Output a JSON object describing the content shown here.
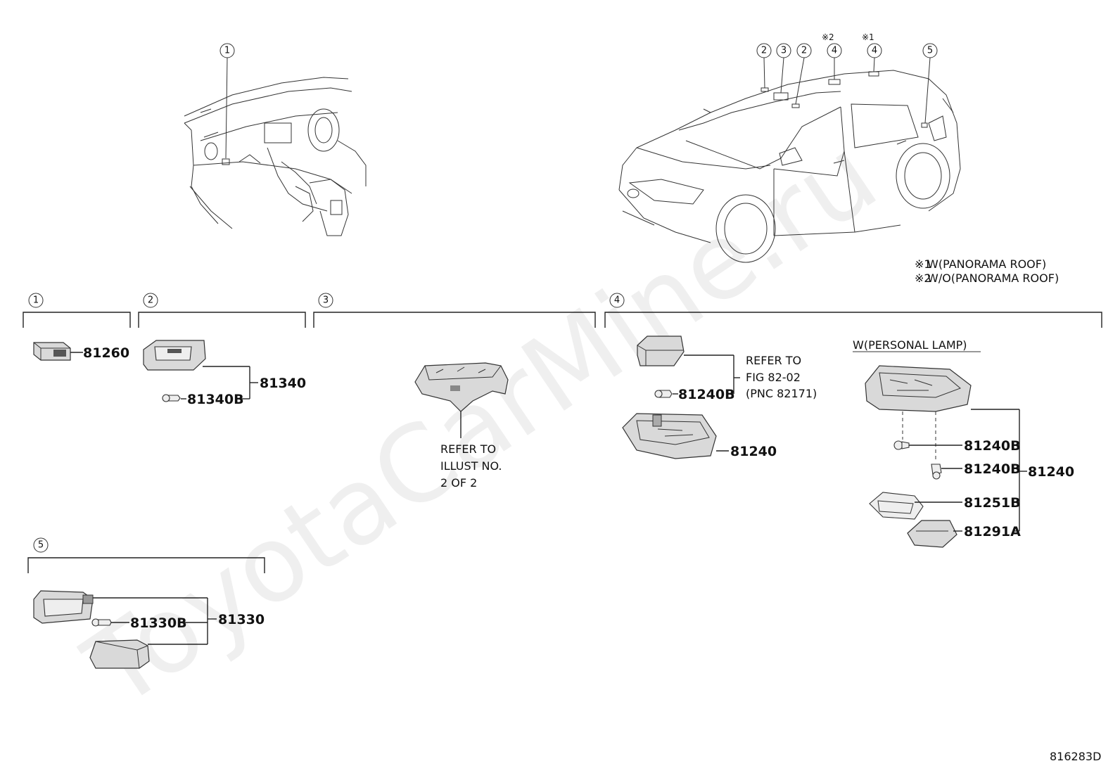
{
  "watermark": "ToyotaCarMine.ru",
  "diagram_id": "816283D",
  "footnotes": [
    {
      "mark": "※1",
      "text": "W(PANORAMA ROOF)"
    },
    {
      "mark": "※2",
      "text": "W/O(PANORAMA ROOF)"
    }
  ],
  "note_marks": {
    "m1": "※1",
    "m2": "※2"
  },
  "callouts": {
    "c1": "1",
    "c2": "2",
    "c3": "3",
    "c4": "4",
    "c5": "5"
  },
  "groups": {
    "g1": {
      "num": "1",
      "parts": [
        "81260"
      ]
    },
    "g2": {
      "num": "2",
      "parts": [
        "81340",
        "81340B"
      ]
    },
    "g3": {
      "num": "3",
      "refer": [
        "REFER TO",
        "ILLUST NO.",
        "2 OF 2"
      ]
    },
    "g4": {
      "num": "4",
      "parts": [
        "81240B",
        "81240"
      ],
      "refer": [
        "REFER TO",
        "FIG 82-02",
        "(PNC 82171)"
      ],
      "personal_lamp_label": "W(PERSONAL LAMP)",
      "personal_parts": [
        "81240B",
        "81240B",
        "81240",
        "81251B",
        "81291A"
      ]
    },
    "g5": {
      "num": "5",
      "parts": [
        "81330B",
        "81330"
      ]
    }
  }
}
